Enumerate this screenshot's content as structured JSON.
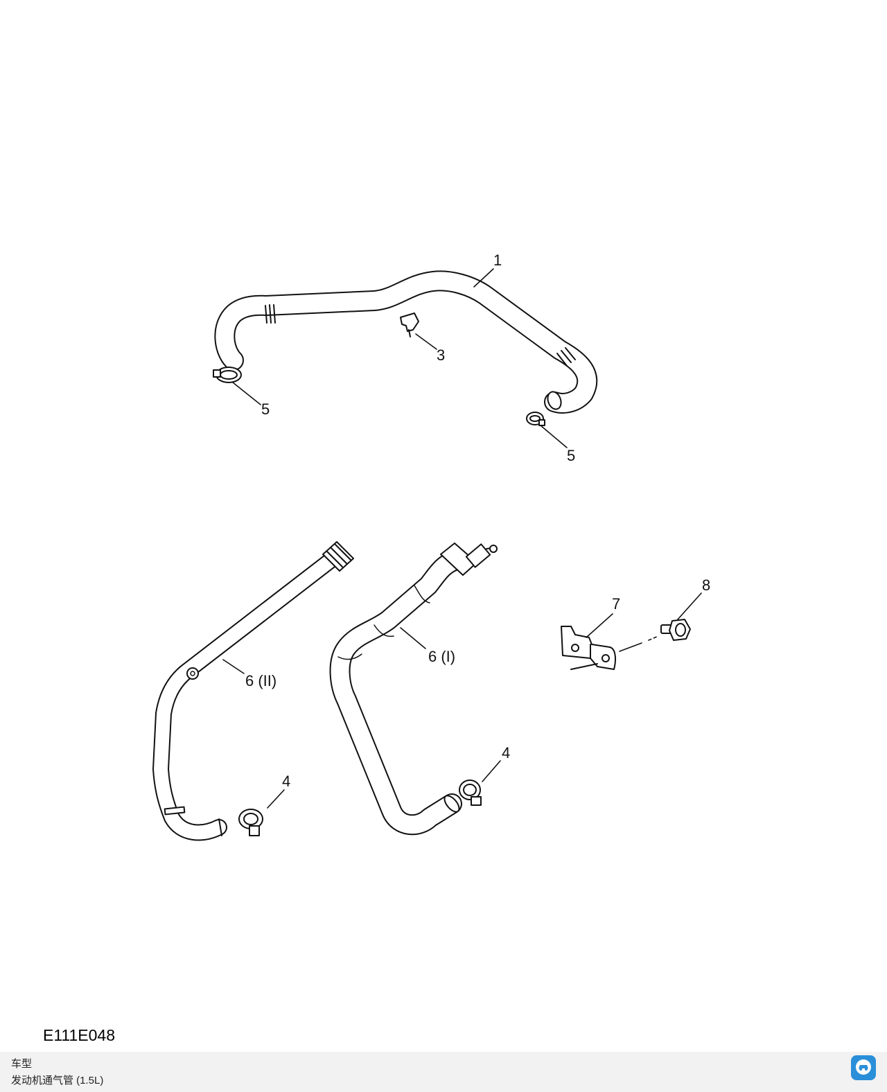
{
  "callouts": {
    "c1": "1",
    "c3": "3",
    "c5a": "5",
    "c5b": "5",
    "c4a": "4",
    "c4b": "4",
    "c6i": "6 (I)",
    "c6ii": "6 (II)",
    "c7": "7",
    "c8": "8"
  },
  "diagram_code": "E111E048",
  "footer": {
    "line1": "车型",
    "line2": "发动机通气管 (1.5L)"
  },
  "icons": {
    "app_badge": "car-service-app-icon"
  },
  "colors": {
    "line": "#111111",
    "footer_bg": "#f2f2f2",
    "badge": "#2a8fd8"
  }
}
